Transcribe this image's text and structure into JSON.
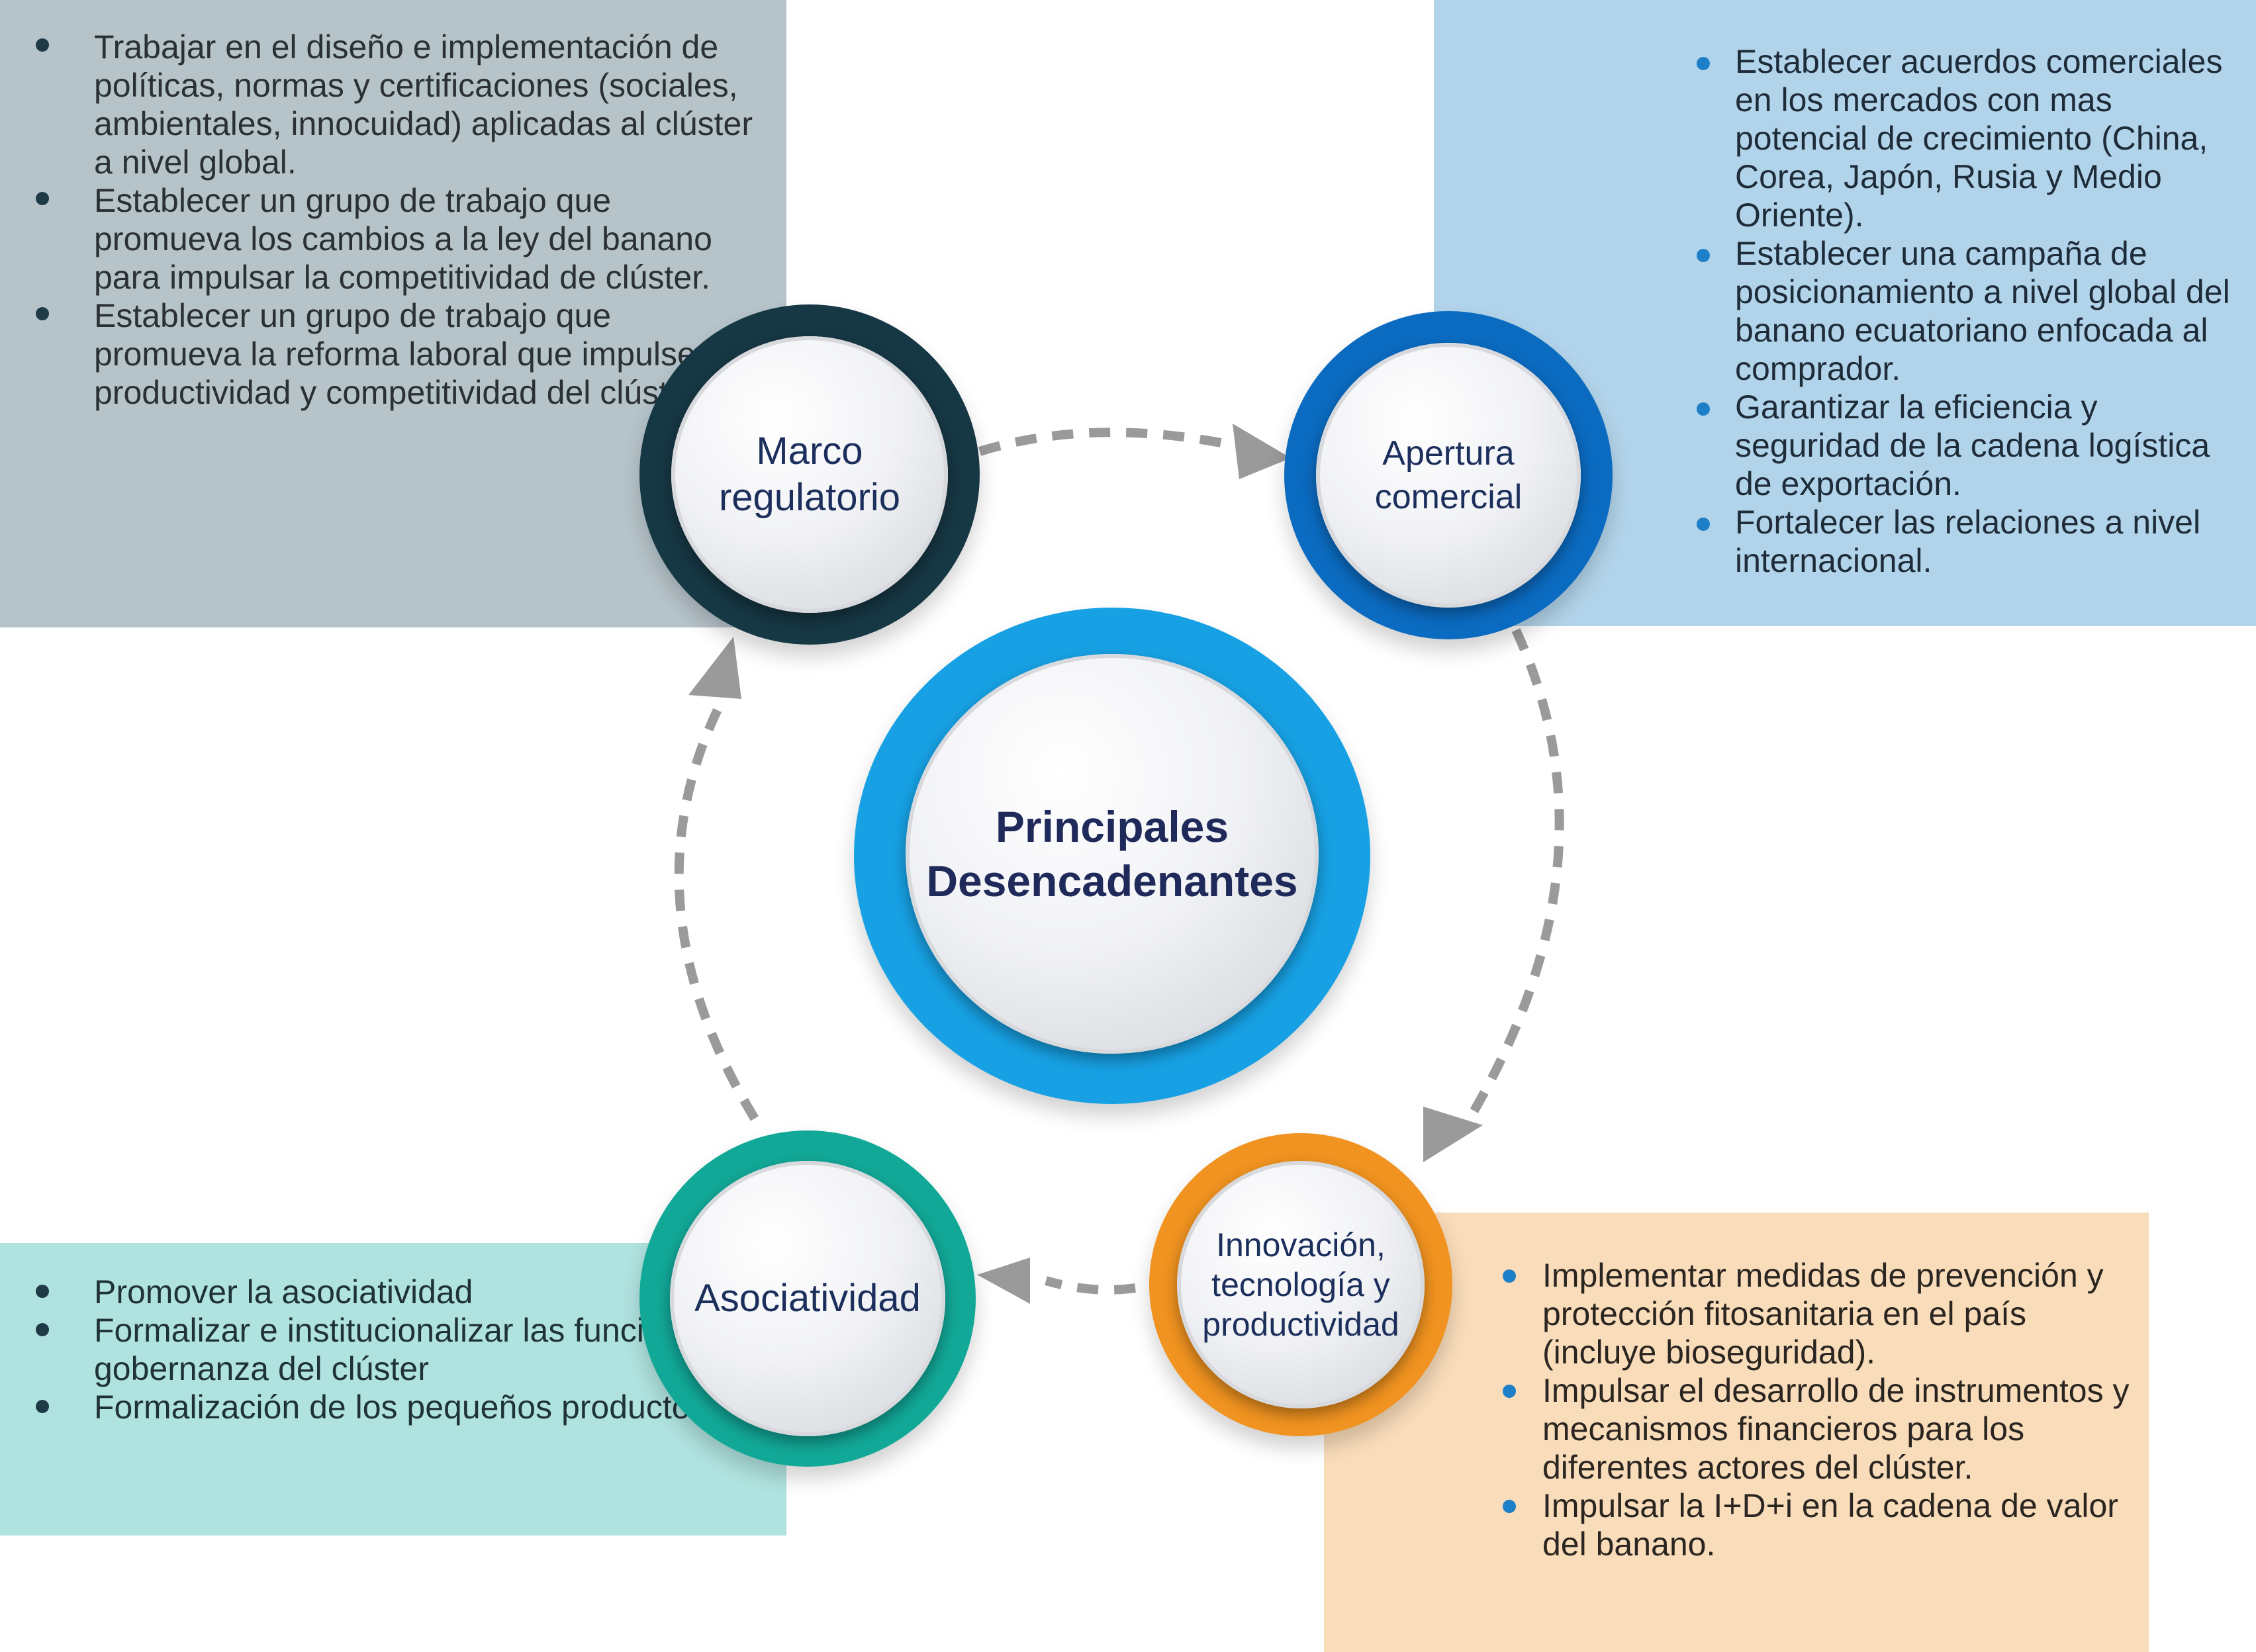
{
  "center": {
    "line1": "Principales",
    "line2": "Desencadenantes"
  },
  "nodes": {
    "marco": {
      "line1": "Marco",
      "line2": "regulatorio"
    },
    "apertura": {
      "line1": "Apertura",
      "line2": "comercial"
    },
    "innovacion": {
      "line1": "Innovación,",
      "line2": "tecnología y",
      "line3": "productividad"
    },
    "asociatividad": {
      "line1": "Asociatividad"
    }
  },
  "panels": {
    "marco": [
      "Trabajar en el diseño e implementación de políticas, normas y certificaciones (sociales, ambientales, innocuidad) aplicadas al clúster a nivel global.",
      "Establecer un grupo de trabajo que promueva los cambios a la ley del banano para impulsar la competitividad de clúster.",
      "Establecer un grupo de trabajo que promueva la reforma laboral que impulse la productividad y competitividad del clúster."
    ],
    "apertura": [
      "Establecer acuerdos comerciales en los mercados con mas potencial de crecimiento (China, Corea, Japón, Rusia y Medio Oriente).",
      "Establecer una campaña de posicionamiento a nivel global del banano ecuatoriano enfocada al comprador.",
      "Garantizar la eficiencia y seguridad de la cadena logística de exportación.",
      "Fortalecer las relaciones a nivel internacional."
    ],
    "asociatividad": [
      "Promover la asociatividad",
      "Formalizar e institucionalizar las funciones y gobernanza del clúster",
      "Formalización de los pequeños productores"
    ],
    "innovacion": [
      "Implementar medidas de prevención y protección fitosanitaria en el país (incluye bioseguridad).",
      "Impulsar el desarrollo de instrumentos y mecanismos financieros para los diferentes actores del clúster.",
      "Impulsar la I+D+i en la cadena de valor del banano."
    ]
  },
  "colors": {
    "marco_ring": "#163744",
    "apertura_ring": "#0b6bc1",
    "center_ring": "#17a1e4",
    "asociatividad_ring": "#12a898",
    "innovacion_ring": "#f09320",
    "marco_panel": "#b6c4ca",
    "apertura_panel": "#b2d4ea",
    "asociatividad_panel": "#b0e3e0",
    "innovacion_panel": "#f9dcba",
    "arrow": "#9a9a9a"
  }
}
